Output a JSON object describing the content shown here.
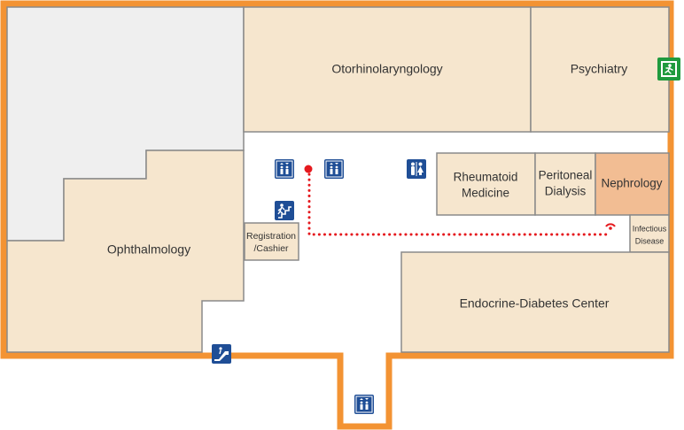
{
  "map": {
    "rooms": {
      "otorhinolaryngology": "Otorhinolaryngology",
      "psychiatry": "Psychiatry",
      "rheumatoid_line1": "Rheumatoid",
      "rheumatoid_line2": "Medicine",
      "peritoneal_line1": "Peritoneal",
      "peritoneal_line2": "Dialysis",
      "nephrology": "Nephrology",
      "infectious_line1": "Infectious",
      "infectious_line2": "Disease",
      "ophthalmology": "Ophthalmology",
      "registration_line1": "Registration",
      "registration_line2": "/Cashier",
      "endocrine": "Endocrine-Diabetes Center"
    },
    "icons": [
      "elevator-icon",
      "restroom-icon",
      "stairs-icon",
      "escalator-icon",
      "emergency-exit-icon",
      "you-are-here-icon",
      "destination-icon"
    ],
    "colors": {
      "wall": "#f39333",
      "room_fill": "#f6e6ce",
      "room_border": "#8a8a8a",
      "highlight": "#f2bd93",
      "empty_area": "#efefef",
      "icon_blue": "#1f4e96",
      "exit_green": "#1f9a3e",
      "route": "#e5191e"
    }
  }
}
